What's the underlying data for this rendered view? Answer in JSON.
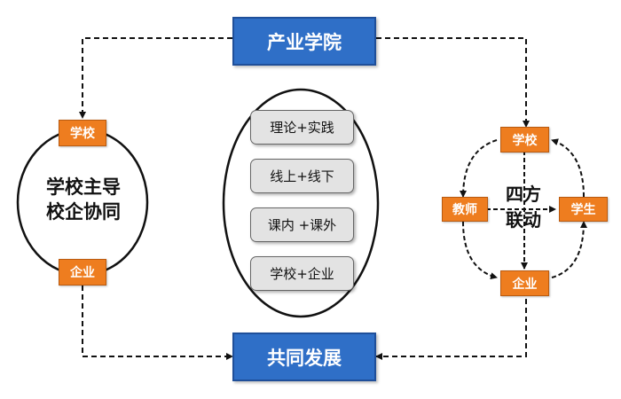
{
  "top_box": {
    "label": "产业学院"
  },
  "bottom_box": {
    "label": "共同发展"
  },
  "left_cycle": {
    "top_label": "学校",
    "bottom_label": "企业",
    "center_line1": "学校主导",
    "center_line2": "校企协同"
  },
  "center_items": [
    {
      "label": "理论+实践"
    },
    {
      "label": "线上+线下"
    },
    {
      "label": "课内 +课外"
    },
    {
      "label": "学校+企业"
    }
  ],
  "right_cycle": {
    "top_label": "学校",
    "left_label": "教师",
    "right_label": "学生",
    "bottom_label": "企业",
    "center_line1": "四方",
    "center_line2": "联动"
  },
  "colors": {
    "blue_box": "#2f6fc7",
    "orange_box": "#ee7d1f",
    "gray_box": "#e3e3e3",
    "line": "#111111"
  }
}
